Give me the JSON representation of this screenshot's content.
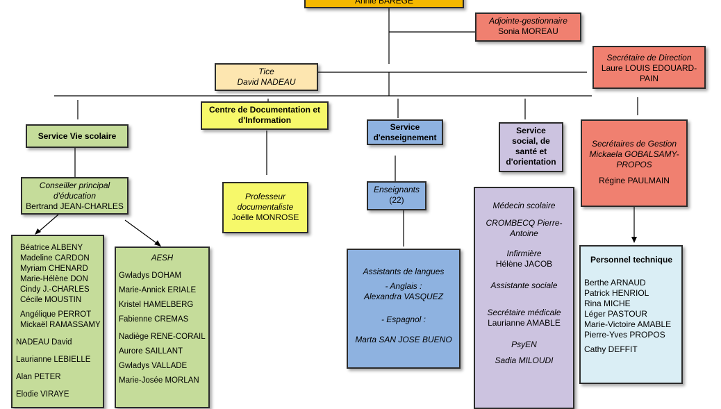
{
  "director": {
    "name": "Annie BAREGE"
  },
  "adjointe": {
    "role": "Adjointe-gestionnaire",
    "name": "Sonia MOREAU"
  },
  "secretaire_direction": {
    "role": "Secrétaire de Direction",
    "name": "Laure LOUIS EDOUARD-PAIN"
  },
  "tice": {
    "role": "Tice",
    "name": "David NADEAU"
  },
  "services": {
    "vie_scolaire": "Service Vie scolaire",
    "cdi": "Centre de Documentation et d'Information",
    "enseignement": "Service d'enseignement",
    "social": "Service social, de santé et d'orientation"
  },
  "cpe": {
    "role": "Conseiller principal d'éducation",
    "name": "Bertrand JEAN-CHARLES"
  },
  "vie_scolaire_staff": [
    "Béatrice ALBENY",
    "Madeline CARDON",
    "Myriam CHENARD",
    "Marie-Hélène DON",
    "Cindy J.-CHARLES",
    "Cécile MOUSTIN",
    "Angélique PERROT",
    "Mickaël RAMASSAMY",
    "NADEAU David",
    "Laurianne LEBIELLE",
    "Alan PETER",
    "Elodie VIRAYE"
  ],
  "aesh": {
    "title": "AESH",
    "members": [
      "Gwladys DOHAM",
      "Marie-Annick ERIALE",
      "Kristel HAMELBERG",
      "Fabienne CREMAS",
      "Nadiège RENE-CORAIL",
      "Aurore SAILLANT",
      "Gwladys VALLADE",
      "Marie-Josée MORLAN"
    ]
  },
  "professeur_doc": {
    "role": "Professeur documentaliste",
    "name": "Joëlle MONROSE"
  },
  "enseignants": {
    "role": "Enseignants",
    "count": "(22)"
  },
  "langues": {
    "title": "Assistants de langues",
    "anglais_label": "- Anglais :",
    "anglais_name": "Alexandra VASQUEZ",
    "espagnol_label": "- Espagnol :",
    "espagnol_name": "Marta SAN JOSE BUENO"
  },
  "sante": {
    "medecin_role": "Médecin scolaire",
    "medecin_name": "CROMBECQ Pierre-Antoine",
    "infirmiere_role": "Infirmière",
    "infirmiere_name": "Hélène JACOB",
    "assistante_role": "Assistante sociale",
    "secretaire_med_role": "Secrétaire médicale",
    "secretaire_med_name": "Laurianne AMABLE",
    "psyen_role": "PsyEN",
    "psyen_name": "Sadia MILOUDI"
  },
  "secretaires_gestion": {
    "role": "Secrétaires de Gestion",
    "name1": "Mickaela GOBALSAMY-PROPOS",
    "name2": "Régine PAULMAIN"
  },
  "personnel_technique": {
    "title": "Personnel technique",
    "members": [
      "Berthe ARNAUD",
      "Patrick HENRIOL",
      "Rina MICHE",
      "Léger PASTOUR",
      "Marie-Victoire AMABLE",
      "Pierre-Yves PROPOS",
      "Cathy DEFFIT"
    ]
  },
  "colors": {
    "director": "#f5b800",
    "adjointe": "#f08070",
    "tice": "#fde6b0",
    "service_green": "#c5dc9a",
    "yellow": "#f6f86a",
    "blue": "#8eb2e0",
    "lavender": "#ccc3e0",
    "light_blue": "#daeef5"
  }
}
